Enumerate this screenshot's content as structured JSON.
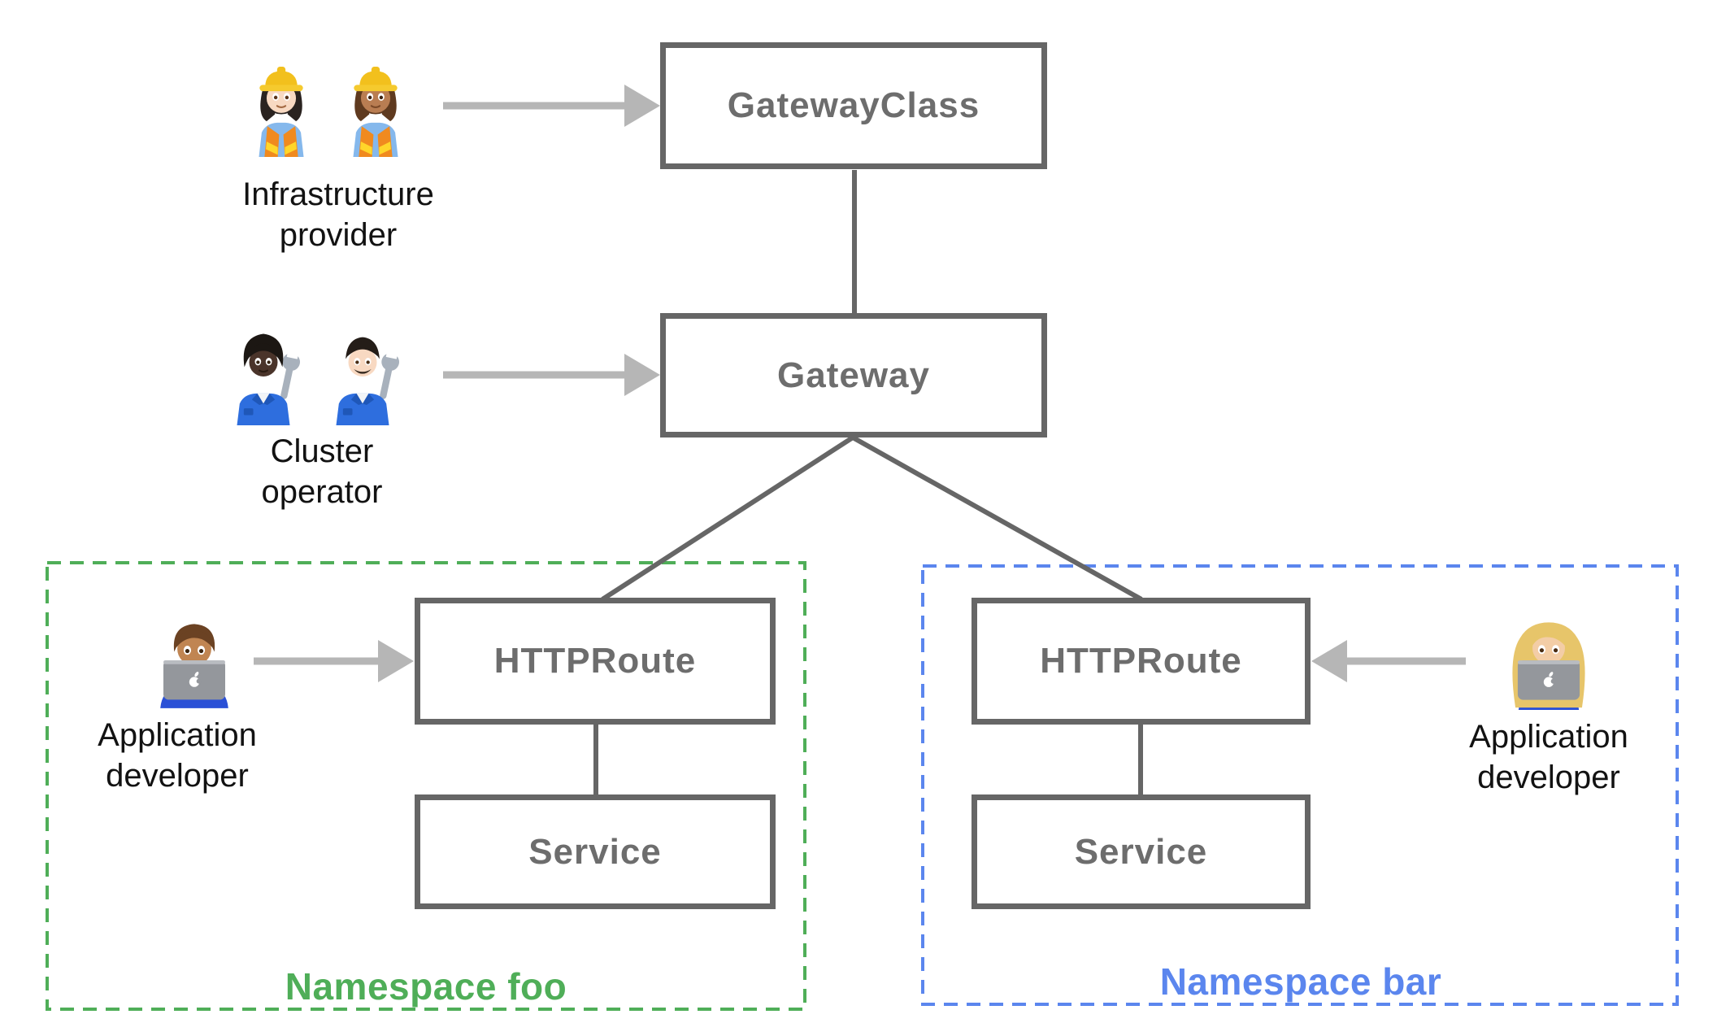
{
  "colors": {
    "box_border": "#666666",
    "box_text": "#6d6d6d",
    "connector_line": "#666666",
    "actor_arrow": "#b6b6b6",
    "namespace_foo_green": "#4fae58",
    "namespace_bar_blue": "#5b86ee",
    "persona_text": "#121212",
    "background": "#ffffff"
  },
  "nodes": {
    "gateway_class": {
      "label": "GatewayClass"
    },
    "gateway": {
      "label": "Gateway"
    },
    "httproute_foo": {
      "label": "HTTPRoute"
    },
    "service_foo": {
      "label": "Service"
    },
    "httproute_bar": {
      "label": "HTTPRoute"
    },
    "service_bar": {
      "label": "Service"
    }
  },
  "namespaces": {
    "foo": {
      "label": "Namespace foo"
    },
    "bar": {
      "label": "Namespace bar"
    }
  },
  "personas": {
    "infrastructure_provider": {
      "line1": "Infrastructure",
      "line2": "provider",
      "emoji": "👷🏻‍♀️ 👷🏽‍♀️",
      "icons": [
        "woman-construction-worker-light-skin",
        "woman-construction-worker-medium-skin"
      ]
    },
    "cluster_operator": {
      "line1": "Cluster",
      "line2": "operator",
      "emoji": "🧑🏿‍🔧 👨🏻‍🔧",
      "icons": [
        "mechanic-dark-skin",
        "man-mechanic-light-skin"
      ]
    },
    "app_developer_foo": {
      "line1": "Application",
      "line2": "developer",
      "emoji": "👨🏽‍💻",
      "icons": [
        "man-technologist-medium-skin"
      ]
    },
    "app_developer_bar": {
      "line1": "Application",
      "line2": "developer",
      "emoji": "👩🏼‍💻",
      "icons": [
        "woman-technologist-light-skin"
      ]
    }
  },
  "edges": [
    {
      "from": "GatewayClass",
      "to": "Gateway"
    },
    {
      "from": "Gateway",
      "to": "HTTPRoute (Namespace foo)"
    },
    {
      "from": "Gateway",
      "to": "HTTPRoute (Namespace bar)"
    },
    {
      "from": "HTTPRoute (Namespace foo)",
      "to": "Service (Namespace foo)"
    },
    {
      "from": "HTTPRoute (Namespace bar)",
      "to": "Service (Namespace bar)"
    }
  ],
  "actor_arrows": [
    {
      "from": "Infrastructure provider",
      "to": "GatewayClass"
    },
    {
      "from": "Cluster operator",
      "to": "Gateway"
    },
    {
      "from": "Application developer",
      "to": "HTTPRoute (Namespace foo)"
    },
    {
      "from": "Application developer",
      "to": "HTTPRoute (Namespace bar)"
    }
  ]
}
